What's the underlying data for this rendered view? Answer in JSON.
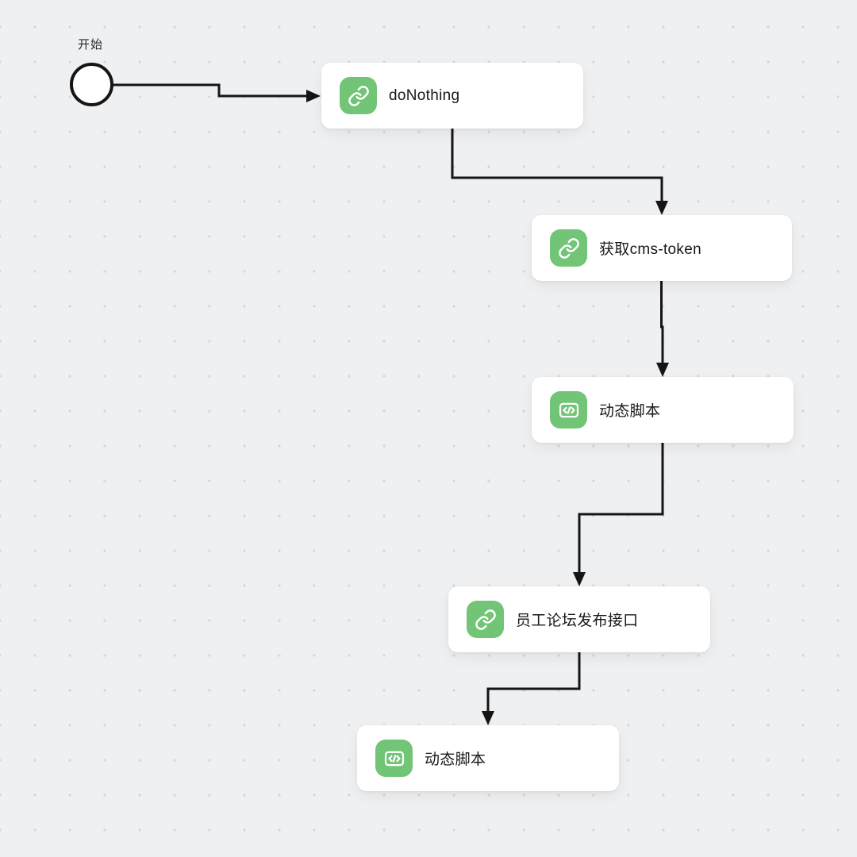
{
  "canvas": {
    "type": "workflow-editor-canvas",
    "grid": "dot"
  },
  "colors": {
    "canvas_bg": "#eff0f2",
    "dot_color": "#d6d7da",
    "node_bg": "#ffffff",
    "icon_green": "#72c476",
    "edge": "#151515"
  },
  "start": {
    "label": "开始"
  },
  "nodes": [
    {
      "label": "doNothing",
      "icon": "link-icon"
    },
    {
      "label": "获取cms-token",
      "icon": "link-icon"
    },
    {
      "label": "动态脚本",
      "icon": "code-icon"
    },
    {
      "label": "员工论坛发布接口",
      "icon": "link-icon"
    },
    {
      "label": "动态脚本",
      "icon": "code-icon"
    }
  ],
  "edges": [
    {
      "from": "start",
      "to": "doNothing"
    },
    {
      "from": "doNothing",
      "to": "获取cms-token"
    },
    {
      "from": "获取cms-token",
      "to": "动态脚本"
    },
    {
      "from": "动态脚本",
      "to": "员工论坛发布接口"
    },
    {
      "from": "员工论坛发布接口",
      "to": "动态脚本"
    }
  ]
}
